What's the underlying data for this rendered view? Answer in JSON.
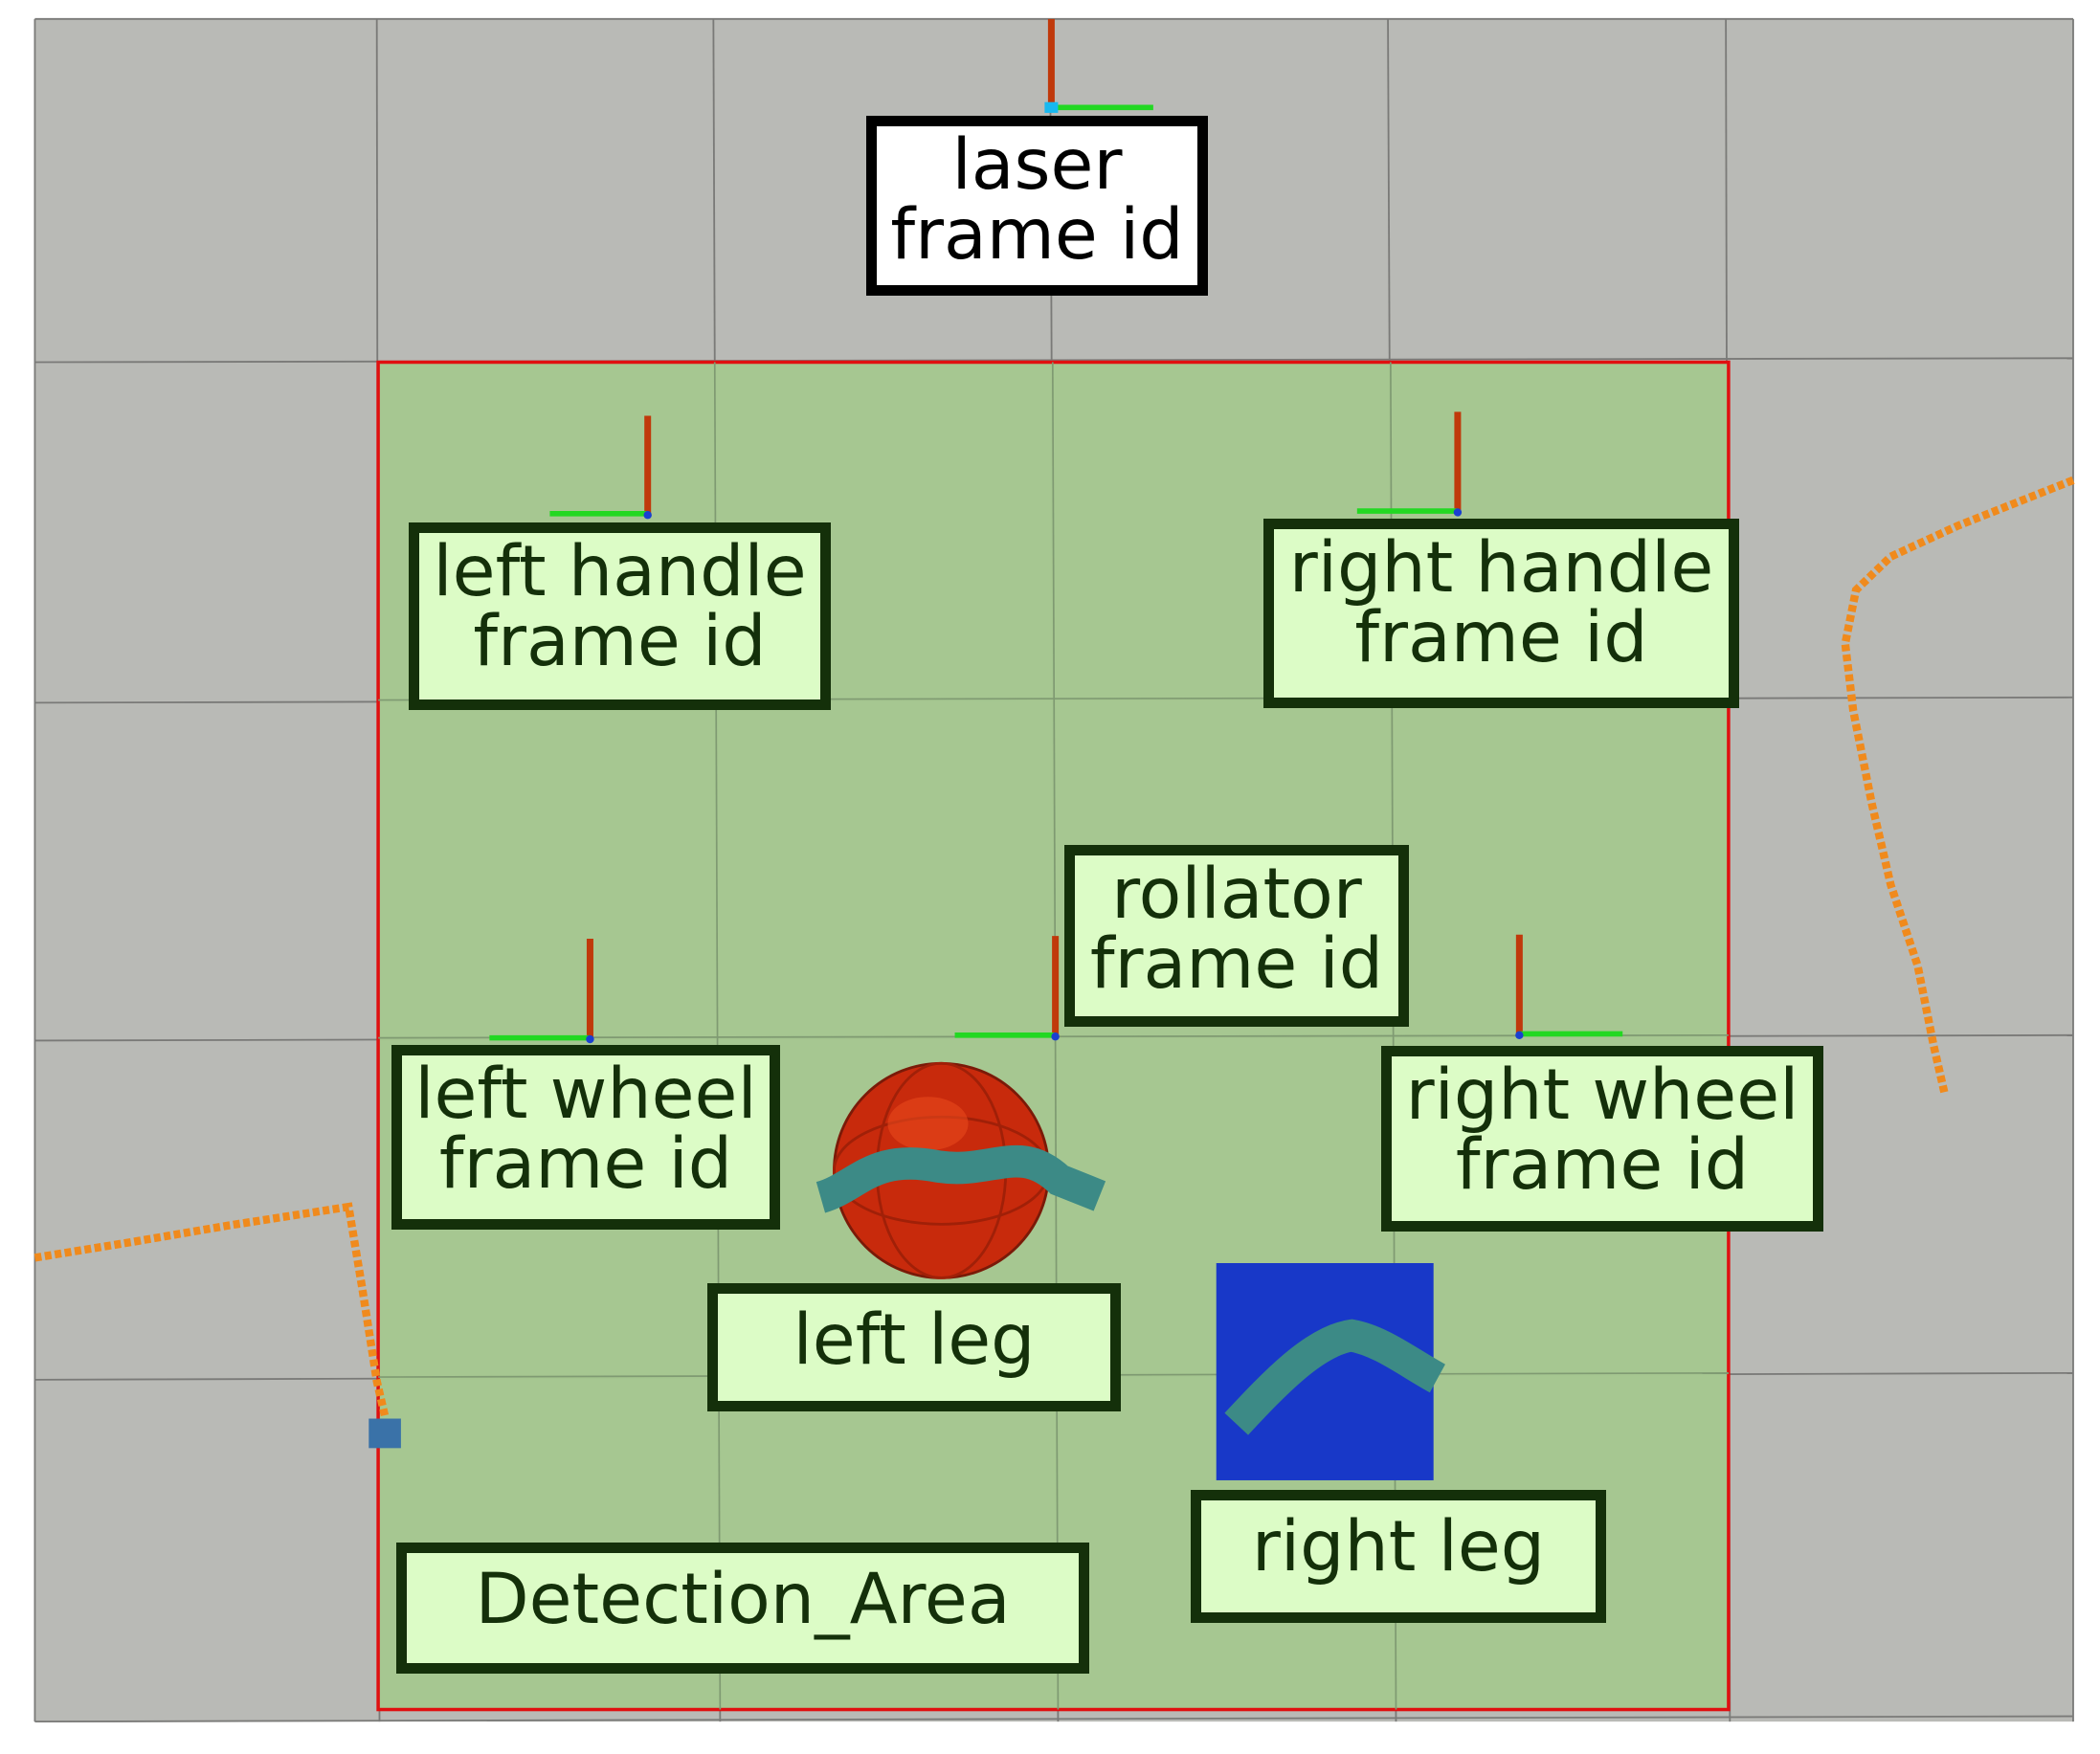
{
  "labels": {
    "laser": [
      "laser",
      "frame id"
    ],
    "left_handle": [
      "left handle",
      "frame id"
    ],
    "right_handle": [
      "right handle",
      "frame id"
    ],
    "rollator": [
      "rollator",
      "frame id"
    ],
    "left_wheel": [
      "left wheel",
      "frame id"
    ],
    "right_wheel": [
      "right wheel",
      "frame id"
    ],
    "left_leg": "left leg",
    "right_leg": "right leg",
    "detection_area": "Detection_Area"
  },
  "colors": {
    "background": "#b9bab6",
    "grid_line": "#7a7a78",
    "detection_area_fill": "#a5c78f",
    "detection_area_border": "#e01010",
    "scan_points": "#f08a1c",
    "axis_x": "#c0390b",
    "axis_y": "#22d822",
    "axis_z": "#1a40d0",
    "left_leg_marker": "#c82a0c",
    "right_leg_marker": "#1838c8",
    "leg_trace": "#3c8a86",
    "label_fill": "#dcfcc6",
    "label_border": "#14300a"
  },
  "icons": {
    "frame_axes": "tf-axes-icon",
    "left_leg_marker": "sphere-marker-icon",
    "right_leg_marker": "cube-marker-icon"
  }
}
